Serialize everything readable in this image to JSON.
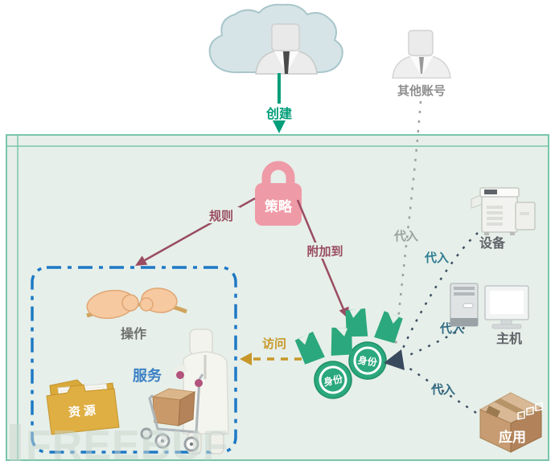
{
  "colors": {
    "panel_fill": "#e6efe9",
    "panel_border": "#79c5ab",
    "policy_pink": "#ef9aa7",
    "arrow_maroon": "#9a4c63",
    "create_green": "#009e79",
    "identity_green": "#2ba87d",
    "boundary_blue": "#1d79c5",
    "service_blue": "#3c80c4",
    "access_gold": "#c79729",
    "assume_navy": "#3a4a5e",
    "assume_label_blue": "#336b84",
    "muted_gray": "#8f8f8f"
  },
  "nodes": {
    "other_account": "其他账号",
    "policy": "策略",
    "identity_front": "身份",
    "identity_back": "身份",
    "operation": "操作",
    "service": "服务",
    "resource": "资源",
    "device": "设备",
    "host": "主机",
    "application": "应用"
  },
  "edges": {
    "create": "创建",
    "rule": "规则",
    "attach": "附加到",
    "access": "访问",
    "assume_account": "代入",
    "assume_device": "代入",
    "assume_host": "代入",
    "assume_application": "代入"
  },
  "watermark": "FREEBUF"
}
